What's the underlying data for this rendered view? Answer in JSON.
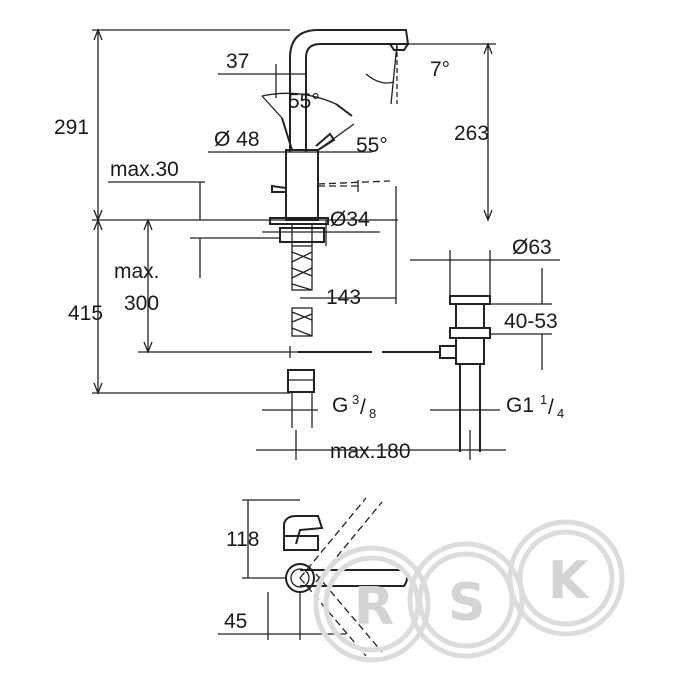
{
  "labels": {
    "d37": "37",
    "d7deg": "7°",
    "d55top": "55°",
    "d55right": "55°",
    "dia48": "Ø 48",
    "d291": "291",
    "d263": "263",
    "max30": "max.30",
    "dia34": "Ø34",
    "dia63": "Ø63",
    "max": "max.",
    "d300": "300",
    "d415": "415",
    "d143": "143",
    "d4053": "40-53",
    "g_main": "G",
    "g_num": "3",
    "g_den": "8",
    "g1_main": "G1",
    "g1_num": "1",
    "g1_den": "4",
    "max180": "max.180",
    "d118": "118",
    "d45": "45"
  },
  "watermark": {
    "letters": [
      "R",
      "S",
      "K"
    ],
    "color": "#d4d4d4"
  }
}
